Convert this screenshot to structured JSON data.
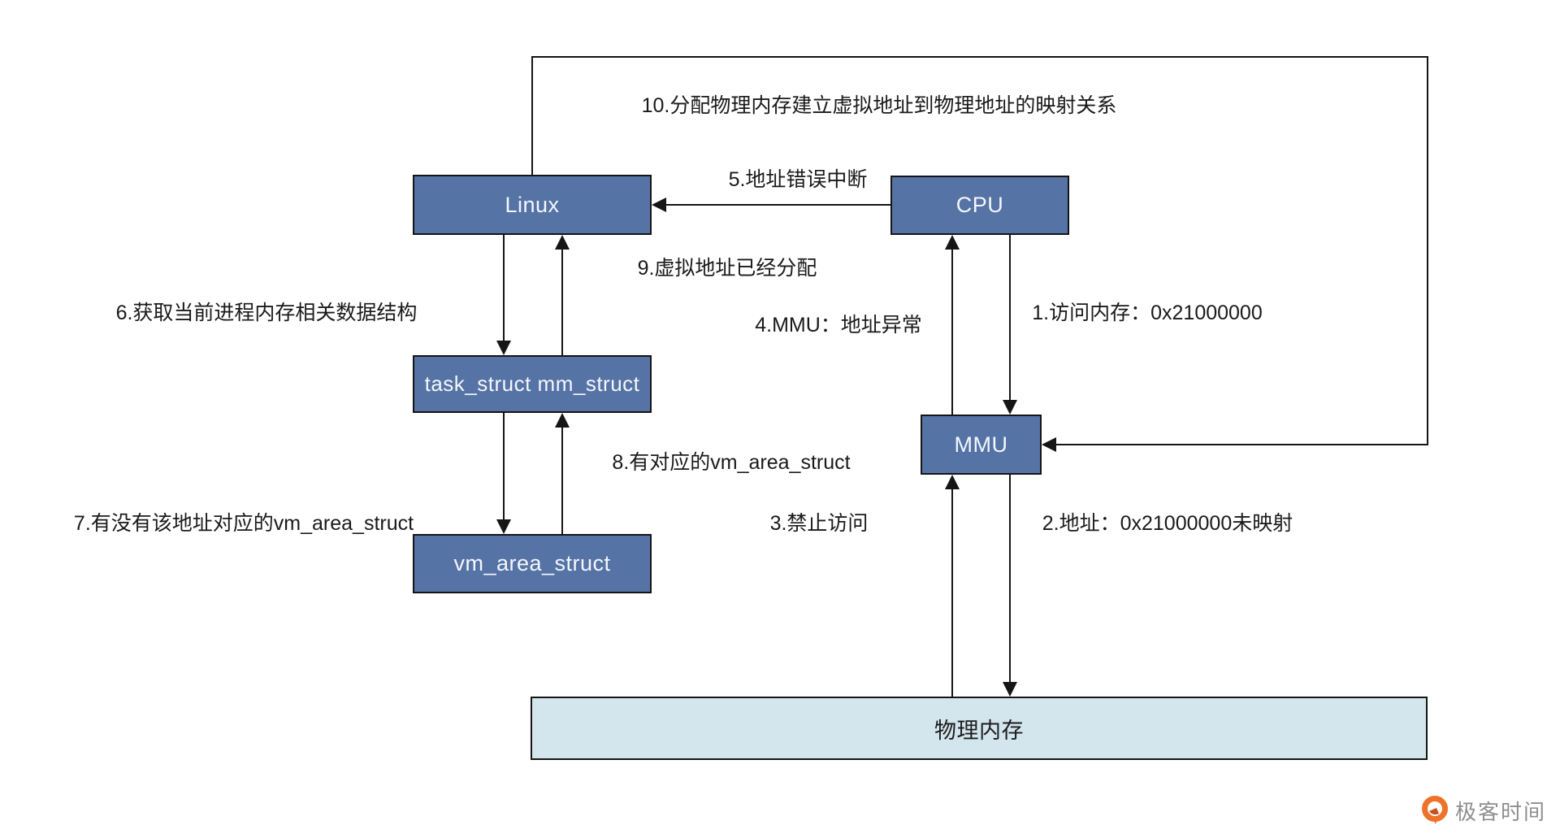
{
  "diagram": {
    "title_hint": "Linux virtual memory page-fault flow diagram",
    "colors": {
      "node_fill": "#5673a6",
      "node_border": "#151515",
      "memory_fill": "#d4e6ed",
      "line": "#151515",
      "label_text": "#1a1a1a",
      "node_text": "#f4f7fb"
    },
    "nodes": {
      "linux": {
        "label": "Linux"
      },
      "cpu": {
        "label": "CPU"
      },
      "task": {
        "label": "task_struct mm_struct"
      },
      "mmu": {
        "label": "MMU"
      },
      "vma": {
        "label": "vm_area_struct"
      },
      "phys": {
        "label": "物理内存"
      }
    },
    "edge_labels": {
      "e1": "1.访问内存：0x21000000",
      "e2": "2.地址：0x21000000未映射",
      "e3": "3.禁止访问",
      "e4": "4.MMU：地址异常",
      "e5": "5.地址错误中断",
      "e6": "6.获取当前进程内存相关数据结构",
      "e7": "7.有没有该地址对应的vm_area_struct",
      "e8": "8.有对应的vm_area_struct",
      "e9": "9.虚拟地址已经分配",
      "e10": "10.分配物理内存建立虚拟地址到物理地址的映射关系"
    }
  },
  "branding": {
    "logo_text": "极客时间",
    "logo_color": "#ee7228",
    "logo_text_color": "#8f8f8f"
  }
}
